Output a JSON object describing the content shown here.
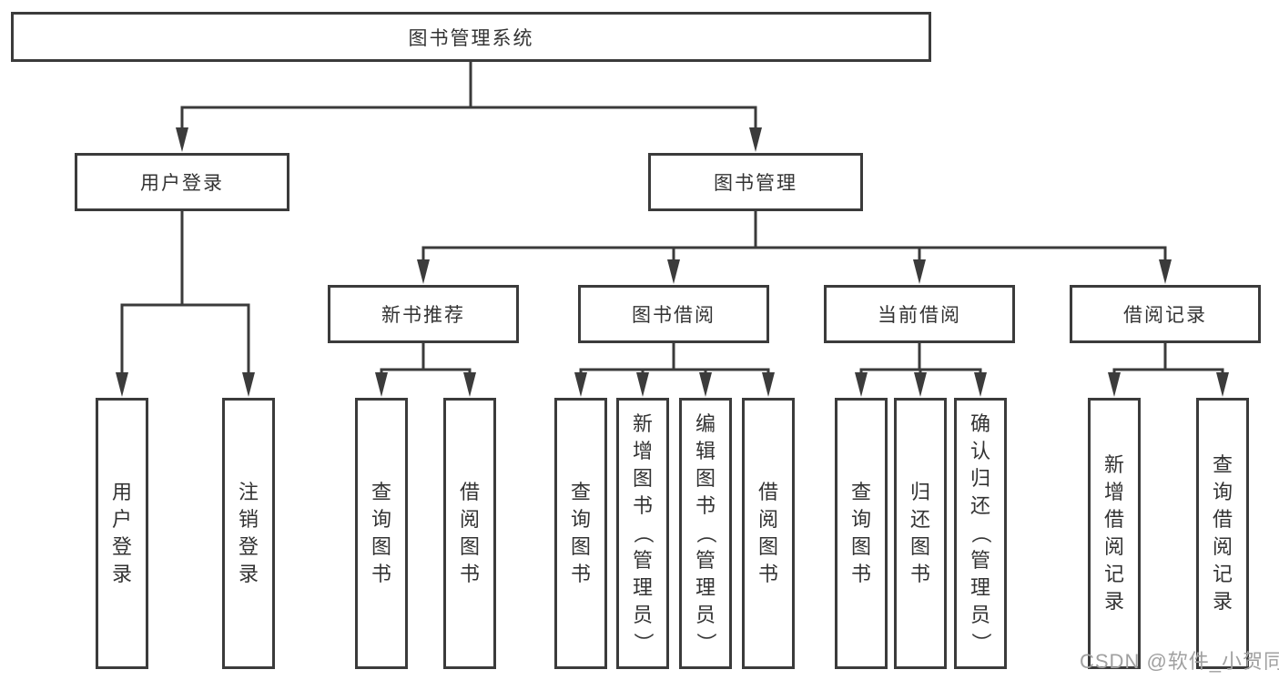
{
  "diagram": {
    "root": {
      "label": "图书管理系统"
    },
    "level2": {
      "user_login": {
        "label": "用户登录"
      },
      "book_management": {
        "label": "图书管理"
      }
    },
    "level3": {
      "new_book_recommend": {
        "label": "新书推荐"
      },
      "book_borrow": {
        "label": "图书借阅"
      },
      "current_borrow": {
        "label": "当前借阅"
      },
      "borrow_records": {
        "label": "借阅记录"
      }
    },
    "leaves": {
      "user_login": {
        "label": "用户登录"
      },
      "logout": {
        "label": "注销登录"
      },
      "recommend_query_books": {
        "label": "查询图书"
      },
      "recommend_borrow_books": {
        "label": "借阅图书"
      },
      "borrow_query_books": {
        "label": "查询图书"
      },
      "borrow_add_books": {
        "label": "新增图书（管理员）"
      },
      "borrow_edit_books": {
        "label": "编辑图书（管理员）"
      },
      "borrow_borrow_books": {
        "label": "借阅图书"
      },
      "current_query_books": {
        "label": "查询图书"
      },
      "current_return_books": {
        "label": "归还图书"
      },
      "current_confirm_return": {
        "label": "确认归还（管理员）"
      },
      "records_add_record": {
        "label": "新增借阅记录"
      },
      "records_query_record": {
        "label": "查询借阅记录"
      }
    },
    "colors": {
      "line": "#3b3b3b",
      "text": "#333333",
      "watermark": "#a0a0a0",
      "background": "#ffffff"
    }
  },
  "watermark": {
    "text": "CSDN @软件_小贺同学"
  }
}
